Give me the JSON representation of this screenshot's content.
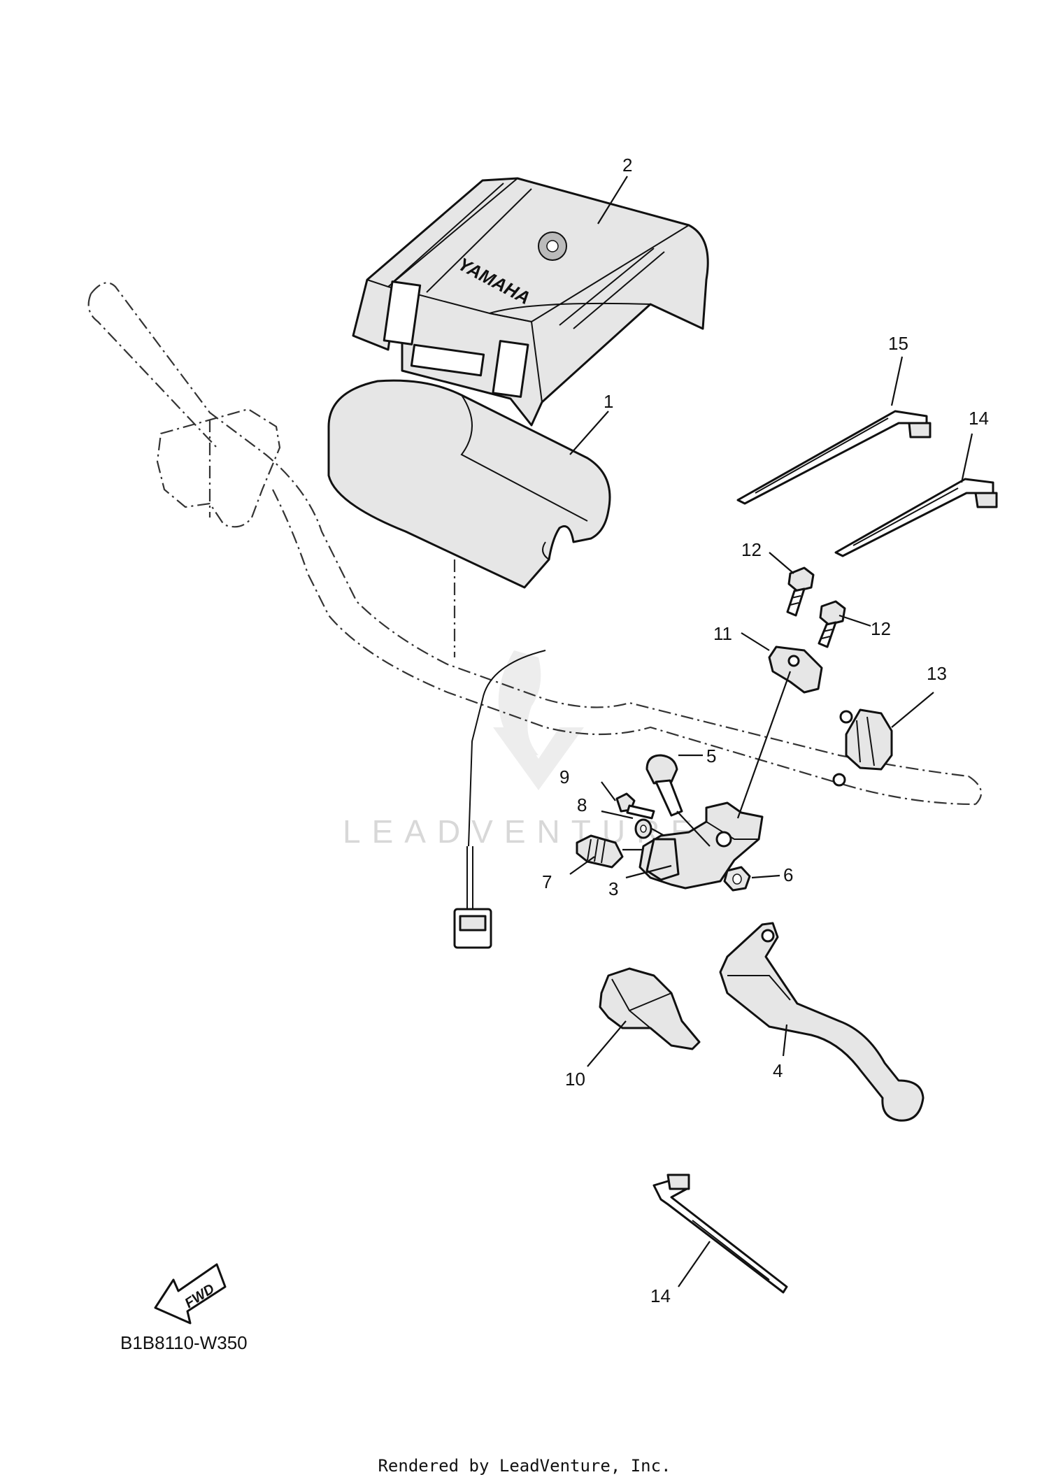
{
  "diagram": {
    "watermark": "LEADVENTURE",
    "logo_text": "YAMAHA",
    "fwd_label": "FWD",
    "diagram_code": "B1B8110-W350",
    "footer": "Rendered by LeadVenture, Inc.",
    "callouts": [
      "1",
      "2",
      "3",
      "4",
      "5",
      "6",
      "7",
      "8",
      "9",
      "10",
      "11",
      "12",
      "12",
      "13",
      "14",
      "14",
      "15"
    ]
  }
}
